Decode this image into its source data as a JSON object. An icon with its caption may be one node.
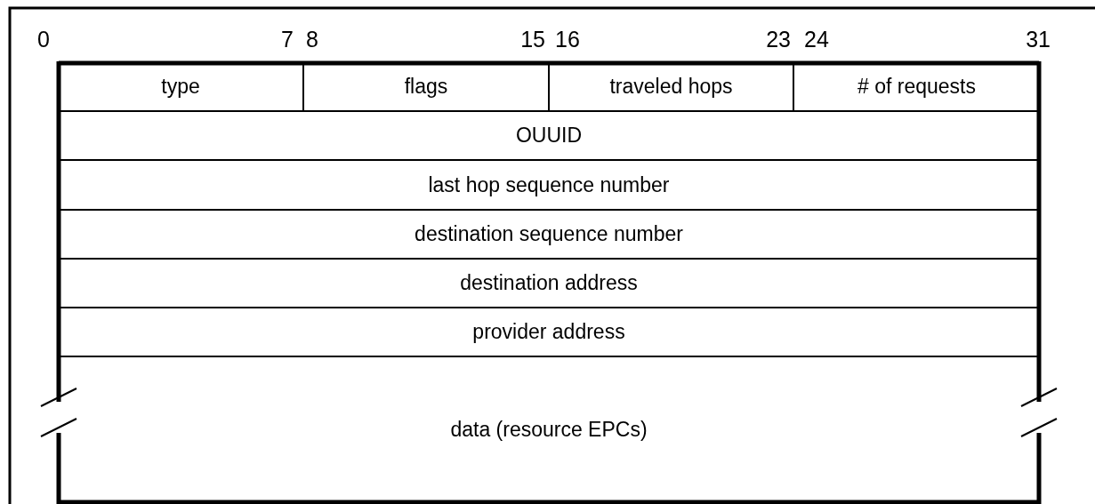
{
  "diagram": {
    "nodes": [
      {
        "text": [
          "type"
        ]
      },
      {
        "text": [
          "flags"
        ]
      },
      {
        "text": [
          "traveled hops"
        ]
      },
      {
        "text": [
          "# of requests"
        ]
      },
      {
        "text": [
          "OUUID"
        ]
      },
      {
        "text": [
          "last hop sequence number"
        ]
      },
      {
        "text": [
          "destination sequence number"
        ]
      },
      {
        "text": [
          "destination address"
        ]
      },
      {
        "text": [
          "provider address"
        ]
      },
      {
        "text": [
          "data (resource EPCs)"
        ]
      }
    ],
    "labels": [
      "0",
      "7",
      "8",
      "15",
      "16",
      "23",
      "24",
      "31"
    ]
  }
}
